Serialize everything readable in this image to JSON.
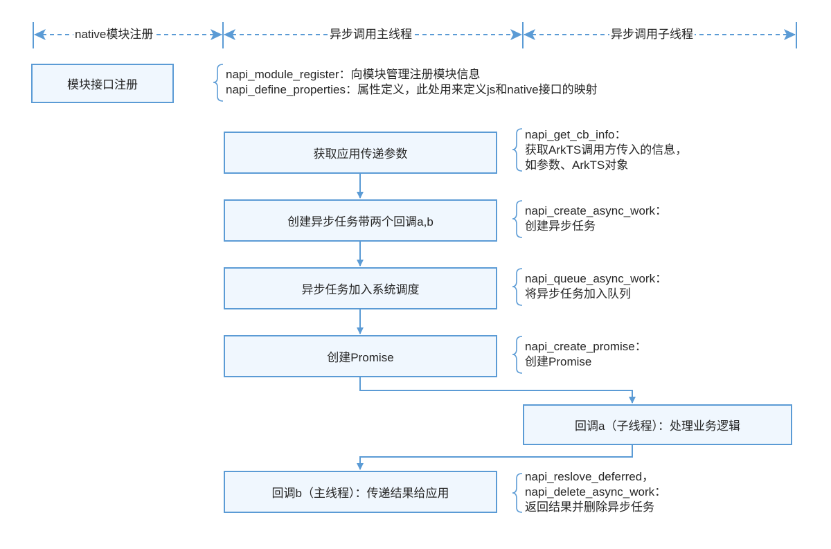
{
  "colors": {
    "line": "#5b9bd5",
    "box_fill": "#f0f7fe",
    "text": "#262626"
  },
  "header": {
    "sections": [
      {
        "label": "native模块注册"
      },
      {
        "label": "异步调用主线程"
      },
      {
        "label": "异步调用子线程"
      }
    ]
  },
  "register": {
    "box_label": "模块接口注册",
    "notes": [
      "napi_module_register：向模块管理注册模块信息",
      "napi_define_properties：属性定义，此处用来定义js和native接口的映射"
    ]
  },
  "steps": [
    {
      "label": "获取应用传递参数",
      "notes": [
        "napi_get_cb_info：",
        "获取ArkTS调用方传入的信息，",
        "如参数、ArkTS对象"
      ]
    },
    {
      "label": "创建异步任务带两个回调a,b",
      "notes": [
        "napi_create_async_work：",
        "创建异步任务"
      ]
    },
    {
      "label": "异步任务加入系统调度",
      "notes": [
        "napi_queue_async_work：",
        "将异步任务加入队列"
      ]
    },
    {
      "label": "创建Promise",
      "notes": [
        "napi_create_promise：",
        "创建Promise"
      ]
    },
    {
      "label": "回调a（子线程）：处理业务逻辑",
      "notes": []
    },
    {
      "label": "回调b（主线程）：传递结果给应用",
      "notes": [
        "napi_reslove_deferred，",
        "napi_delete_async_work：",
        "返回结果并删除异步任务"
      ]
    }
  ]
}
